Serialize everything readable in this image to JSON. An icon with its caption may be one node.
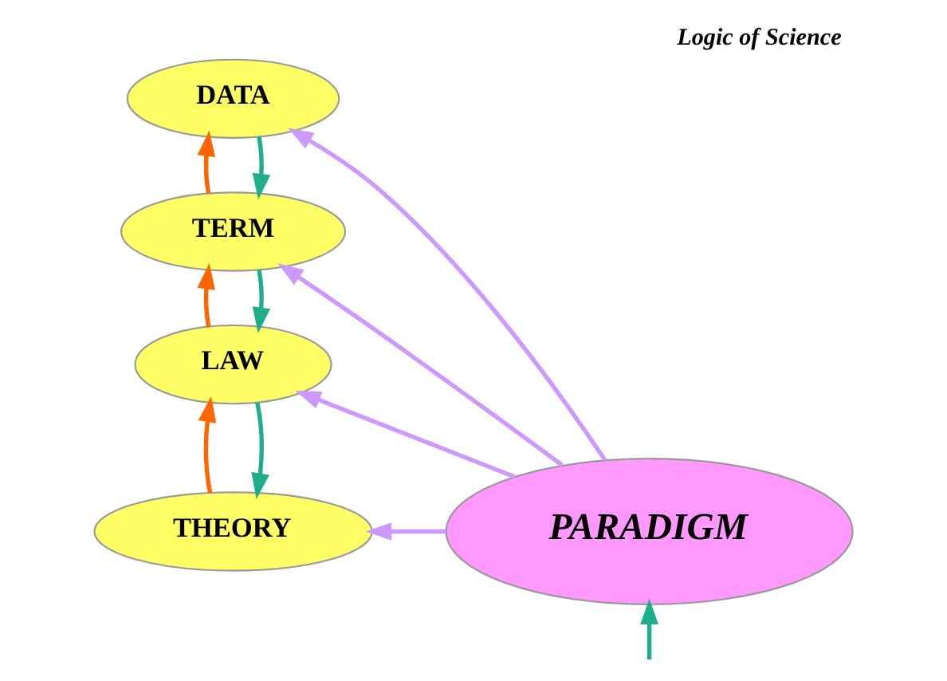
{
  "diagram": {
    "title": "Logic of Science",
    "nodes": [
      {
        "text": [
          "DATA"
        ]
      },
      {
        "text": [
          "TERM"
        ]
      },
      {
        "text": [
          "LAW"
        ]
      },
      {
        "text": [
          "THEORY"
        ]
      },
      {
        "text": [
          "PARADIGM"
        ]
      }
    ],
    "edges": [
      {
        "from": 1,
        "to": 0,
        "arrow": "to",
        "color": "#ff6600"
      },
      {
        "from": 2,
        "to": 1,
        "arrow": "to",
        "color": "#ff6600"
      },
      {
        "from": 3,
        "to": 2,
        "arrow": "to",
        "color": "#ff6600"
      },
      {
        "from": 4,
        "to": 0,
        "arrow": "to"
      },
      {
        "from": 4,
        "to": 1,
        "arrow": "to"
      },
      {
        "from": 4,
        "to": 2,
        "arrow": "to"
      },
      {
        "from": 4,
        "to": 3,
        "arrow": "to"
      },
      {
        "from": 0,
        "to": 1,
        "arrow": "to",
        "color": "#1fae8c"
      },
      {
        "from": 1,
        "to": 2,
        "arrow": "to",
        "color": "#1fae8c"
      },
      {
        "from": 2,
        "to": 3,
        "arrow": "to",
        "color": "#1fae8c"
      },
      {
        "from": null,
        "to": 4,
        "arrow": "to",
        "color": "#1fae8c"
      }
    ]
  }
}
